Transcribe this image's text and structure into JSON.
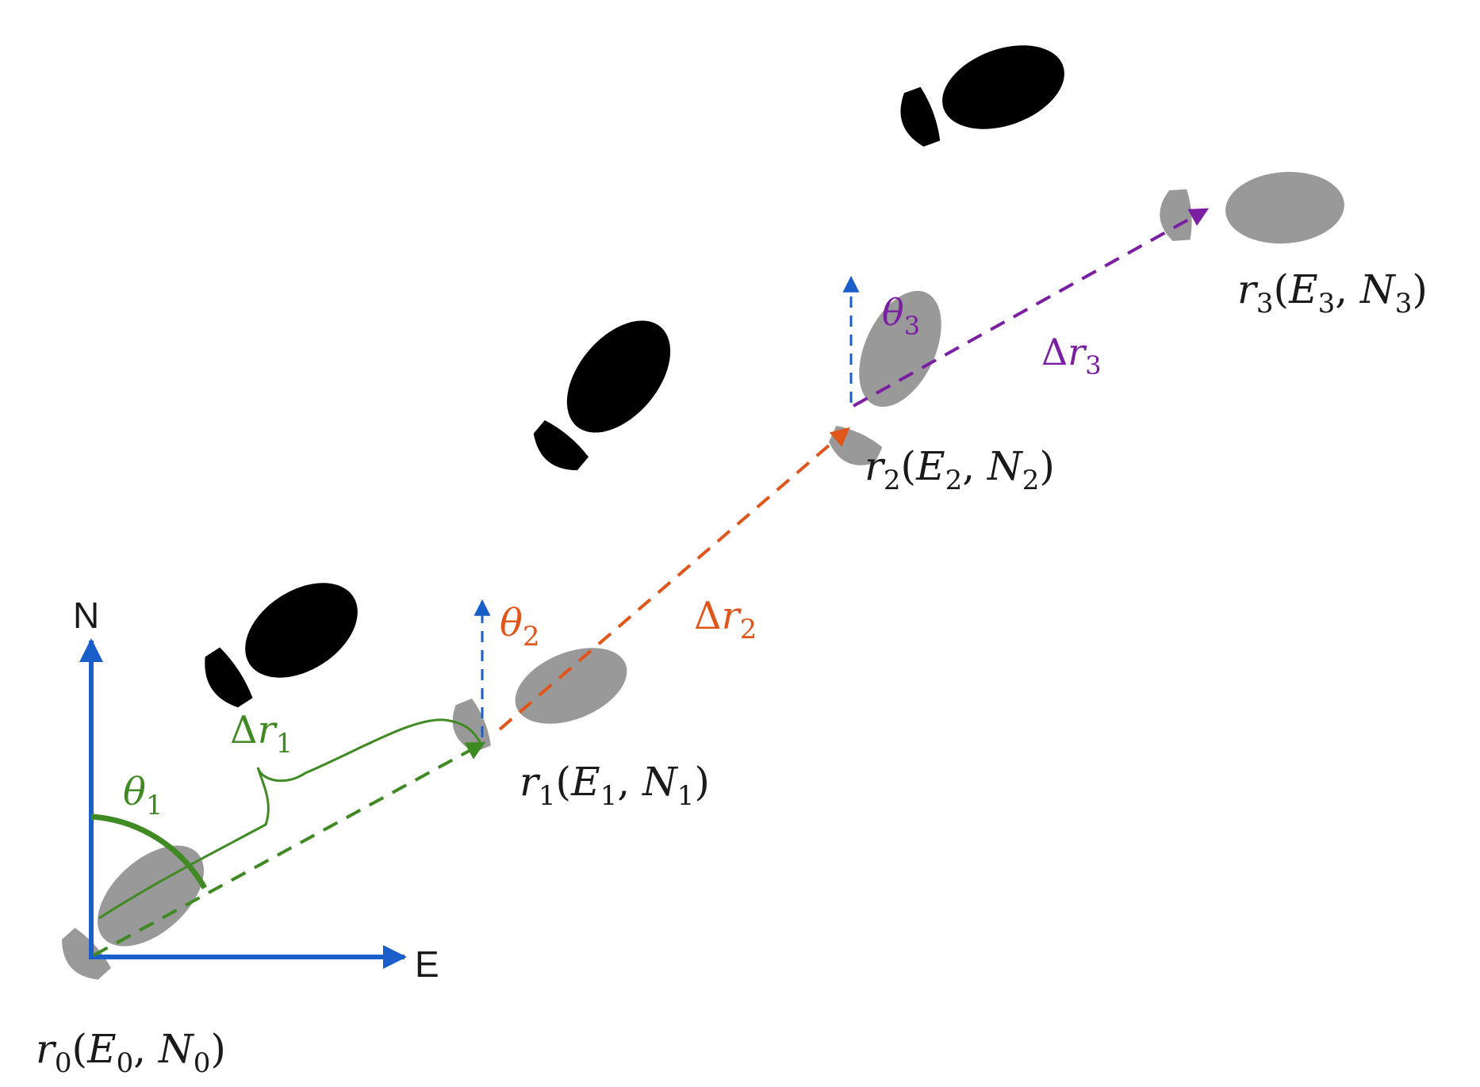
{
  "axes": {
    "north_label": "N",
    "east_label": "E",
    "color": "#1a5fc9"
  },
  "positions": {
    "r0": {
      "sym": "r",
      "sub": "0",
      "e": "E",
      "esub": "0",
      "n": "N",
      "nsub": "0"
    },
    "r1": {
      "sym": "r",
      "sub": "1",
      "e": "E",
      "esub": "1",
      "n": "N",
      "nsub": "1"
    },
    "r2": {
      "sym": "r",
      "sub": "2",
      "e": "E",
      "esub": "2",
      "n": "N",
      "nsub": "2"
    },
    "r3": {
      "sym": "r",
      "sub": "3",
      "e": "E",
      "esub": "3",
      "n": "N",
      "nsub": "3"
    }
  },
  "steps": {
    "dr1": {
      "delta": "Δ",
      "sym": "r",
      "sub": "1",
      "color": "#3f8a23"
    },
    "dr2": {
      "delta": "Δ",
      "sym": "r",
      "sub": "2",
      "color": "#e0561a"
    },
    "dr3": {
      "delta": "Δ",
      "sym": "r",
      "sub": "3",
      "color": "#7a1fa2"
    }
  },
  "headings": {
    "theta1": {
      "sym": "θ",
      "sub": "1",
      "color": "#3f8a23"
    },
    "theta2": {
      "sym": "θ",
      "sub": "2",
      "color": "#e0561a"
    },
    "theta3": {
      "sym": "θ",
      "sub": "3",
      "color": "#7a1fa2"
    }
  },
  "colors": {
    "footprint_gray": "#999999",
    "footprint_black": "#000000",
    "text": "#1a1a1a"
  }
}
